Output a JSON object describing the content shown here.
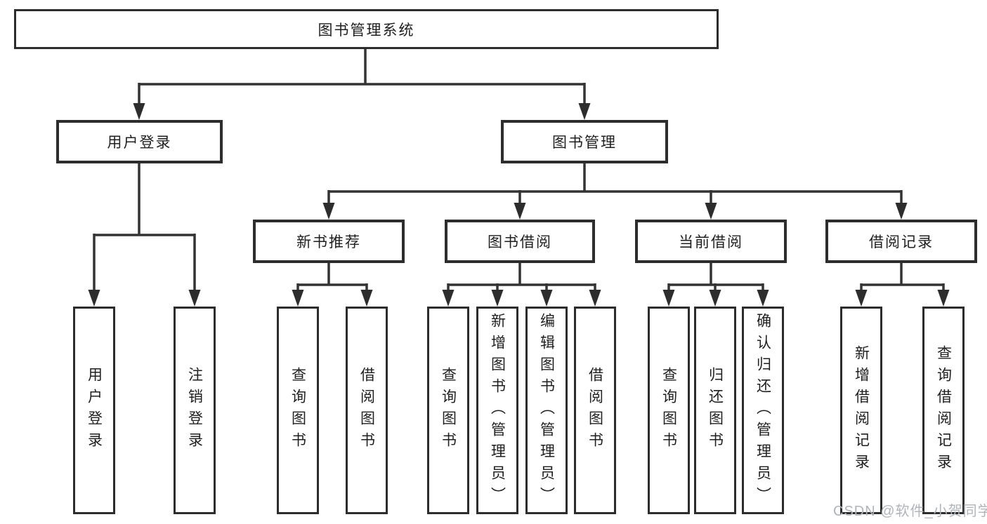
{
  "colors": {
    "line": "#333333",
    "box_border": "#2d2d2d",
    "text": "#1f1f1f",
    "watermark": "#b0b4bb",
    "background": "#ffffff"
  },
  "watermark": "CSDN @软件_小贺同学",
  "tree": {
    "type": "hierarchy-diagram",
    "root": {
      "label": "图书管理系统"
    },
    "level2": [
      {
        "id": "user-login",
        "label": "用户登录"
      },
      {
        "id": "book-management",
        "label": "图书管理"
      }
    ],
    "level3": [
      {
        "id": "new-book-recommend",
        "label": "新书推荐",
        "parent": "图书管理"
      },
      {
        "id": "book-borrowing",
        "label": "图书借阅",
        "parent": "图书管理"
      },
      {
        "id": "current-borrowing",
        "label": "当前借阅",
        "parent": "图书管理"
      },
      {
        "id": "borrowing-records",
        "label": "借阅记录",
        "parent": "图书管理"
      }
    ],
    "leaves": {
      "user_login": [
        {
          "label": "用户登录"
        },
        {
          "label": "注销登录"
        }
      ],
      "new_book_recommend": [
        {
          "label": "查询图书"
        },
        {
          "label": "借阅图书"
        }
      ],
      "book_borrowing": [
        {
          "label": "查询图书"
        },
        {
          "label": "新增图书（管理员）"
        },
        {
          "label": "编辑图书（管理员）"
        },
        {
          "label": "借阅图书"
        }
      ],
      "current_borrowing": [
        {
          "label": "查询图书"
        },
        {
          "label": "归还图书"
        },
        {
          "label": "确认归还（管理员）"
        }
      ],
      "borrowing_records": [
        {
          "label": "新增借阅记录"
        },
        {
          "label": "查询借阅记录"
        }
      ]
    }
  }
}
